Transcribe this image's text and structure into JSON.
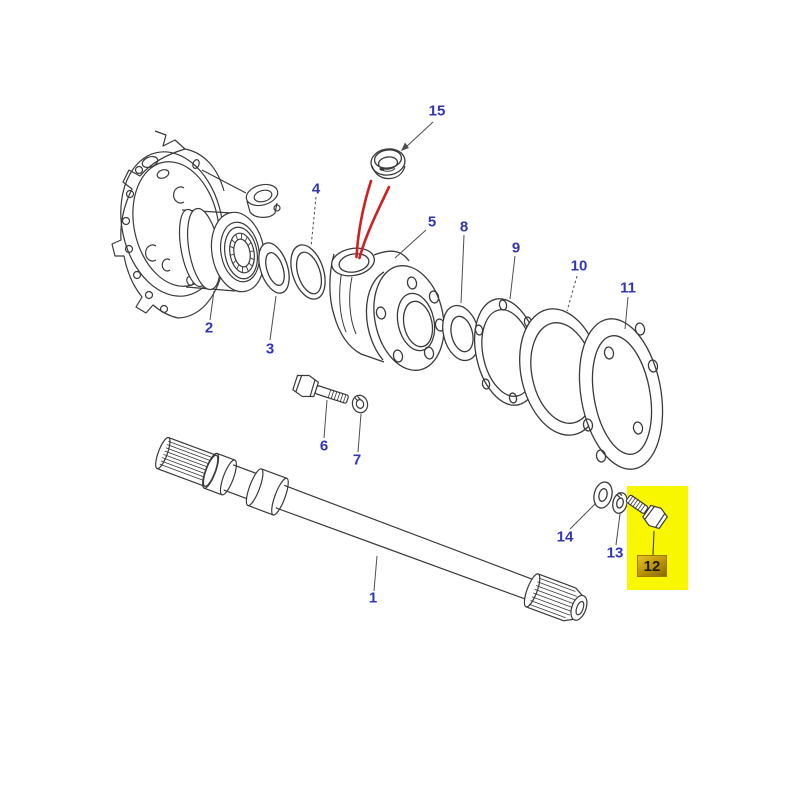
{
  "diagram": {
    "kind": "exploded-parts-diagram",
    "background_color": "#ffffff",
    "line_color": "#3a3a3a",
    "leader_color": "#4d4d4d",
    "label_color": "#3434b6",
    "guide_color": "#cf2020",
    "highlight": {
      "part_number": "12",
      "tag_text": "12",
      "box_color": "#f9f700",
      "tag_gradient_top": "#e8c22a",
      "tag_gradient_bottom": "#8a6a00",
      "tag_text_color": "#1b1b1b"
    },
    "part_labels": [
      {
        "number": "1"
      },
      {
        "number": "2"
      },
      {
        "number": "3"
      },
      {
        "number": "4"
      },
      {
        "number": "5"
      },
      {
        "number": "6"
      },
      {
        "number": "7"
      },
      {
        "number": "8"
      },
      {
        "number": "9"
      },
      {
        "number": "10"
      },
      {
        "number": "11"
      },
      {
        "number": "13"
      },
      {
        "number": "14"
      },
      {
        "number": "15"
      }
    ]
  }
}
